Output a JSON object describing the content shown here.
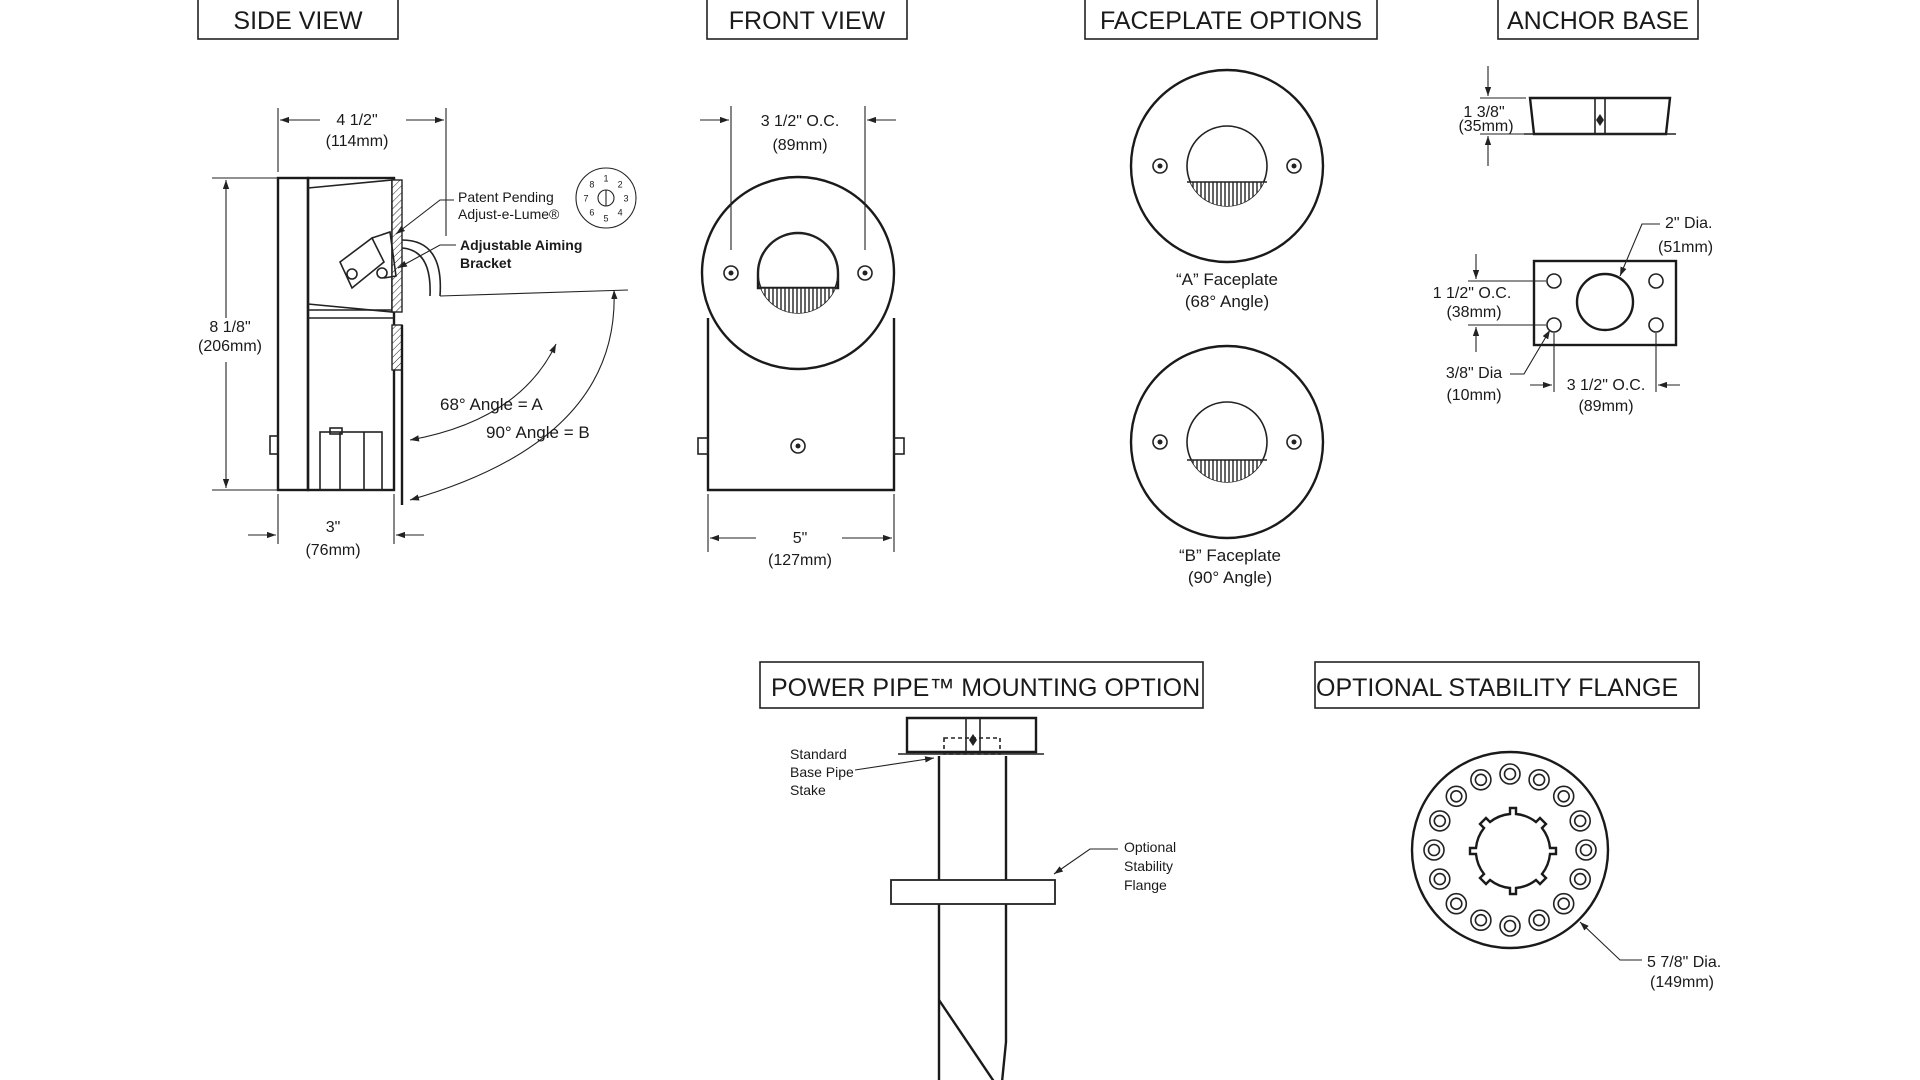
{
  "titles": {
    "side_view": "SIDE  VIEW",
    "front_view": "FRONT  VIEW",
    "faceplate_options": "FACEPLATE OPTIONS",
    "anchor_base": "ANCHOR  BASE",
    "power_pipe": "POWER PIPE™ MOUNTING    OPTION",
    "stability_flange": "OPTIONAL STABILITY FLANGE"
  },
  "side_view": {
    "width_in": "4 1/2\"",
    "width_mm": "(114mm)",
    "height_in": "8 1/8\"",
    "height_mm": "(206mm)",
    "depth_in": "3\"",
    "depth_mm": "(76mm)",
    "patent_line1": "Patent Pending",
    "patent_line2": "Adjust-e-Lume®",
    "bracket_line1": "Adjustable Aiming",
    "bracket_line2": "Bracket",
    "angle_a": "68° Angle = A",
    "angle_b": "90° Angle = B",
    "dial_numbers": [
      "1",
      "2",
      "3",
      "4",
      "5",
      "6",
      "7",
      "8"
    ]
  },
  "front_view": {
    "oc_in": "3 1/2\" O.C.",
    "oc_mm": "(89mm)",
    "width_in": "5\"",
    "width_mm": "(127mm)"
  },
  "faceplates": {
    "a_line1": "“A” Faceplate",
    "a_line2": "(68° Angle)",
    "b_line1": "“B” Faceplate",
    "b_line2": "(90° Angle)"
  },
  "anchor_base": {
    "height_in": "1 3/8\"",
    "height_mm": "(35mm)",
    "dia_in": "2\" Dia.",
    "dia_mm": "(51mm)",
    "oc_v_in": "1 1/2\" O.C.",
    "oc_v_mm": "(38mm)",
    "hole_in": "3/8\" Dia",
    "hole_mm": "(10mm)",
    "oc_h_in": "3 1/2\" O.C.",
    "oc_h_mm": "(89mm)"
  },
  "power_pipe": {
    "stake_line1": "Standard",
    "stake_line2": "Base Pipe",
    "stake_line3": "Stake",
    "flange_line1": "Optional",
    "flange_line2": "Stability",
    "flange_line3": "Flange"
  },
  "flange": {
    "dia_in": "5 7/8\" Dia.",
    "dia_mm": "(149mm)",
    "bolt_count": 16
  }
}
